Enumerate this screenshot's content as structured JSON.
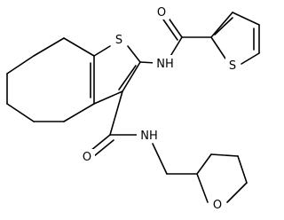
{
  "molecule": {
    "atoms": {
      "s_thiophene": "S",
      "s_benzothiophene": "S",
      "o_amide_top": "O",
      "nh_top": "NH",
      "o_amide_bottom": "O",
      "nh_bottom": "NH",
      "o_thf": "O"
    }
  }
}
